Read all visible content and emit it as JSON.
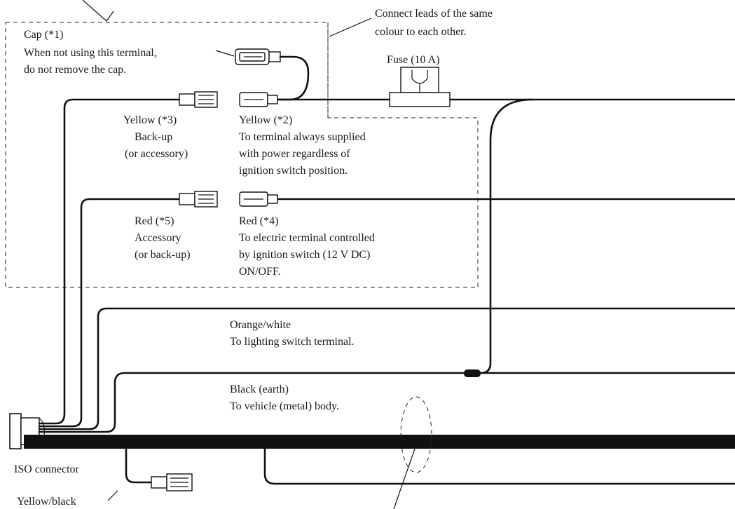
{
  "labels": {
    "cap_title": "Cap (*1)",
    "cap_line1": "When not using this terminal,",
    "cap_line2": "do not remove the cap.",
    "same_colour_line1": "Connect leads of the same",
    "same_colour_line2": "colour to each other.",
    "fuse": "Fuse (10 A)",
    "yellow3_line1": "Yellow (*3)",
    "yellow3_line2": "Back-up",
    "yellow3_line3": "(or accessory)",
    "yellow2_line1": "Yellow (*2)",
    "yellow2_line2": "To terminal always supplied",
    "yellow2_line3": "with power regardless of",
    "yellow2_line4": "ignition switch position.",
    "red5_line1": "Red (*5)",
    "red5_line2": "Accessory",
    "red5_line3": "(or back-up)",
    "red4_line1": "Red (*4)",
    "red4_line2": "To electric terminal controlled",
    "red4_line3": "by ignition switch (12 V DC)",
    "red4_line4": "ON/OFF.",
    "orange_line1": "Orange/white",
    "orange_line2": "To lighting switch terminal.",
    "black_line1": "Black (earth)",
    "black_line2": "To vehicle (metal) body.",
    "iso": "ISO connector",
    "yellow_black": "Yellow/black"
  }
}
